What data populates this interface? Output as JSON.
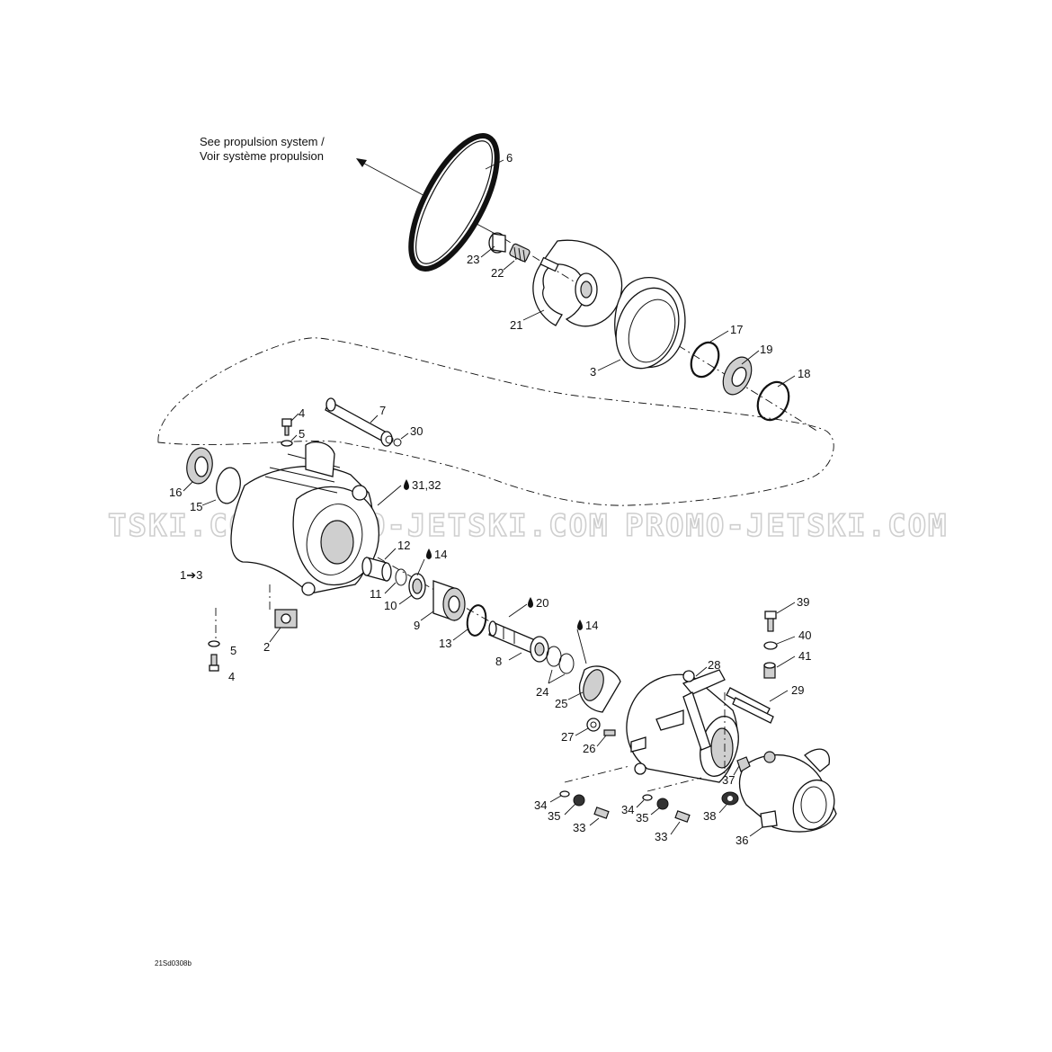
{
  "note": {
    "line1": "See propulsion system /",
    "line2": "Voir système propulsion"
  },
  "watermark": {
    "text1": "TSKI.COM",
    "text2": "PROMO-JETSKI.COM",
    "text3": "PROMO-JETSKI.COM"
  },
  "drawing_code": "21Sd0308b",
  "callouts": [
    {
      "id": "c6",
      "label": "6"
    },
    {
      "id": "c23",
      "label": "23"
    },
    {
      "id": "c22",
      "label": "22"
    },
    {
      "id": "c21",
      "label": "21"
    },
    {
      "id": "c3",
      "label": "3"
    },
    {
      "id": "c17",
      "label": "17"
    },
    {
      "id": "c19",
      "label": "19"
    },
    {
      "id": "c18",
      "label": "18"
    },
    {
      "id": "c7",
      "label": "7"
    },
    {
      "id": "c4a",
      "label": "4"
    },
    {
      "id": "c5a",
      "label": "5"
    },
    {
      "id": "c30",
      "label": "30"
    },
    {
      "id": "c16",
      "label": "16"
    },
    {
      "id": "c15",
      "label": "15"
    },
    {
      "id": "c3132",
      "label": "31,32"
    },
    {
      "id": "c12",
      "label": "12"
    },
    {
      "id": "c14a",
      "label": "14"
    },
    {
      "id": "c13to",
      "label": "1➔3"
    },
    {
      "id": "c11",
      "label": "11"
    },
    {
      "id": "c10",
      "label": "10"
    },
    {
      "id": "c20",
      "label": "20"
    },
    {
      "id": "c9",
      "label": "9"
    },
    {
      "id": "c14b",
      "label": "14"
    },
    {
      "id": "c13",
      "label": "13"
    },
    {
      "id": "c2",
      "label": "2"
    },
    {
      "id": "c5b",
      "label": "5"
    },
    {
      "id": "c4b",
      "label": "4"
    },
    {
      "id": "c8",
      "label": "8"
    },
    {
      "id": "c24",
      "label": "24"
    },
    {
      "id": "c25",
      "label": "25"
    },
    {
      "id": "c28",
      "label": "28"
    },
    {
      "id": "c39",
      "label": "39"
    },
    {
      "id": "c40",
      "label": "40"
    },
    {
      "id": "c41",
      "label": "41"
    },
    {
      "id": "c29",
      "label": "29"
    },
    {
      "id": "c27",
      "label": "27"
    },
    {
      "id": "c26",
      "label": "26"
    },
    {
      "id": "c37",
      "label": "37"
    },
    {
      "id": "c34a",
      "label": "34"
    },
    {
      "id": "c35a",
      "label": "35"
    },
    {
      "id": "c33a",
      "label": "33"
    },
    {
      "id": "c34b",
      "label": "34"
    },
    {
      "id": "c35b",
      "label": "35"
    },
    {
      "id": "c33b",
      "label": "33"
    },
    {
      "id": "c38",
      "label": "38"
    },
    {
      "id": "c36",
      "label": "36"
    }
  ]
}
